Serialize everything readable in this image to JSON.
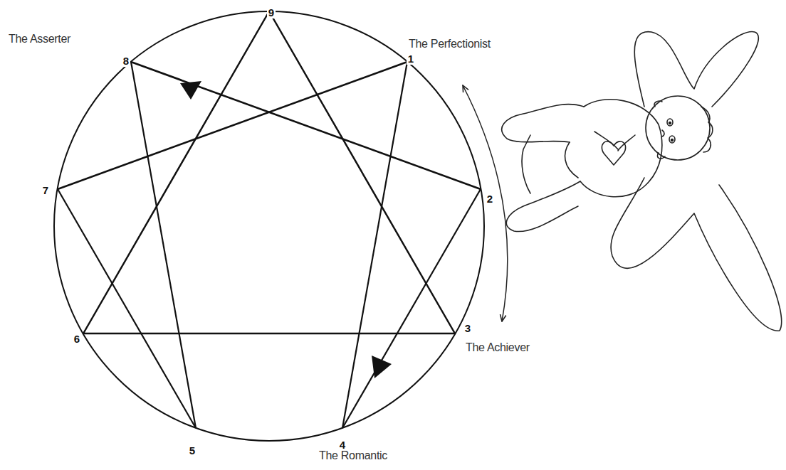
{
  "diagram": {
    "labels": [
      "9",
      "8",
      "1",
      "7",
      "2",
      "6",
      "3",
      "5",
      "4",
      "The Asserter",
      "The Perfectionist",
      "The Achiever",
      "The Romantic"
    ]
  }
}
